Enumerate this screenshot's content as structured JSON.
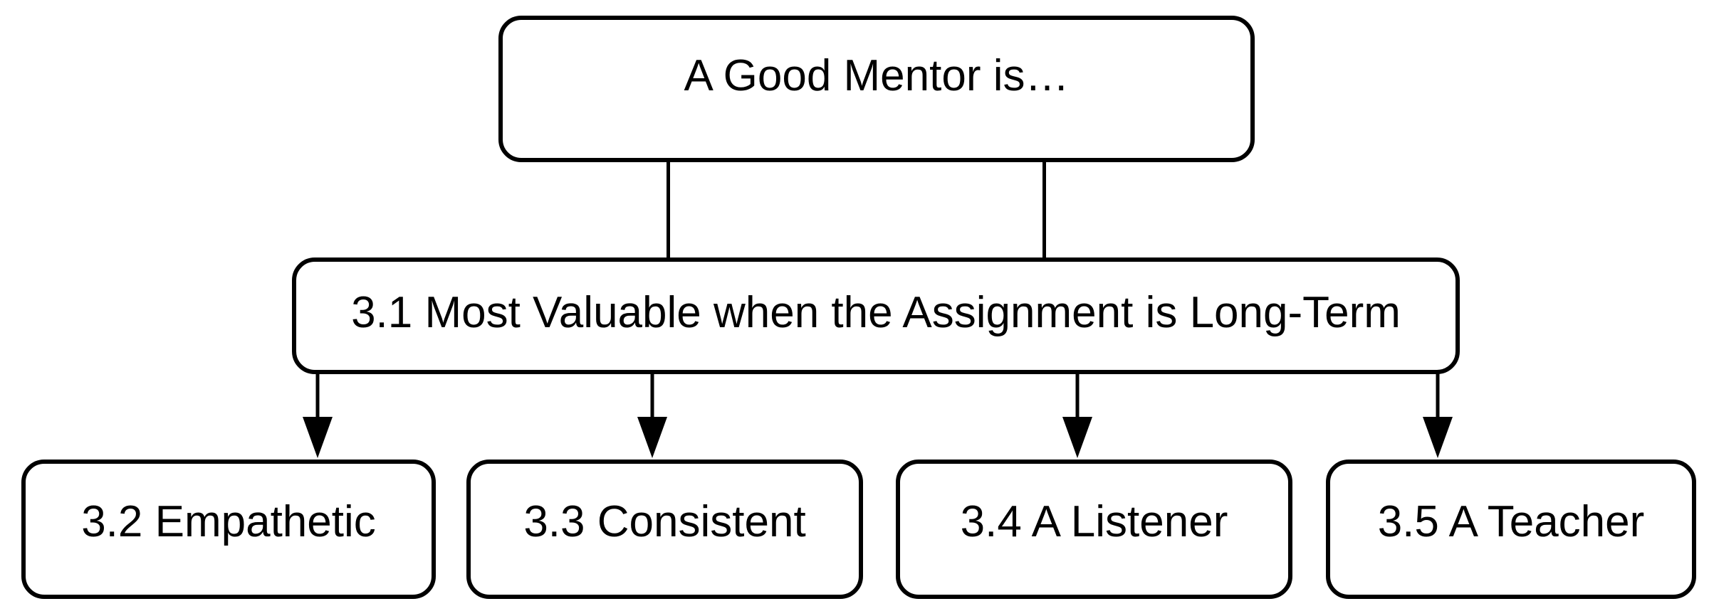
{
  "diagram": {
    "type": "hierarchy-flowchart",
    "colors": {
      "background": "#ffffff",
      "stroke": "#000000",
      "text": "#000000"
    },
    "root": {
      "label": "A Good Mentor is…"
    },
    "level2": {
      "label": "3.1 Most Valuable when the Assignment is Long-Term"
    },
    "children": [
      {
        "label": "3.2 Empathetic"
      },
      {
        "label": "3.3 Consistent"
      },
      {
        "label": "3.4 A Listener"
      },
      {
        "label": "3.5 A Teacher"
      }
    ]
  }
}
